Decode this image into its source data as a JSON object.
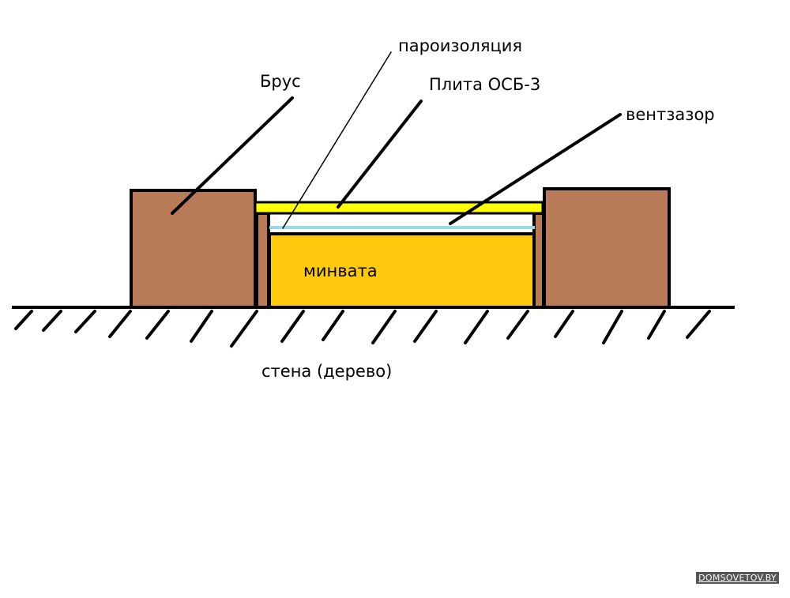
{
  "labels": {
    "beam": "Брус",
    "vapor_barrier": "пароизоляция",
    "osb_board": "Плита ОСБ-3",
    "vent_gap": "вентзазор",
    "mineral_wool": "минвата",
    "wall": "стена (дерево)"
  },
  "watermark": "DOMSOVETOV.BY",
  "colors": {
    "beam": "#b87a57",
    "osb": "#ffff00",
    "mineral_wool": "#ffc90e",
    "vapor_barrier": "#99d9ea",
    "outline": "#000000"
  }
}
